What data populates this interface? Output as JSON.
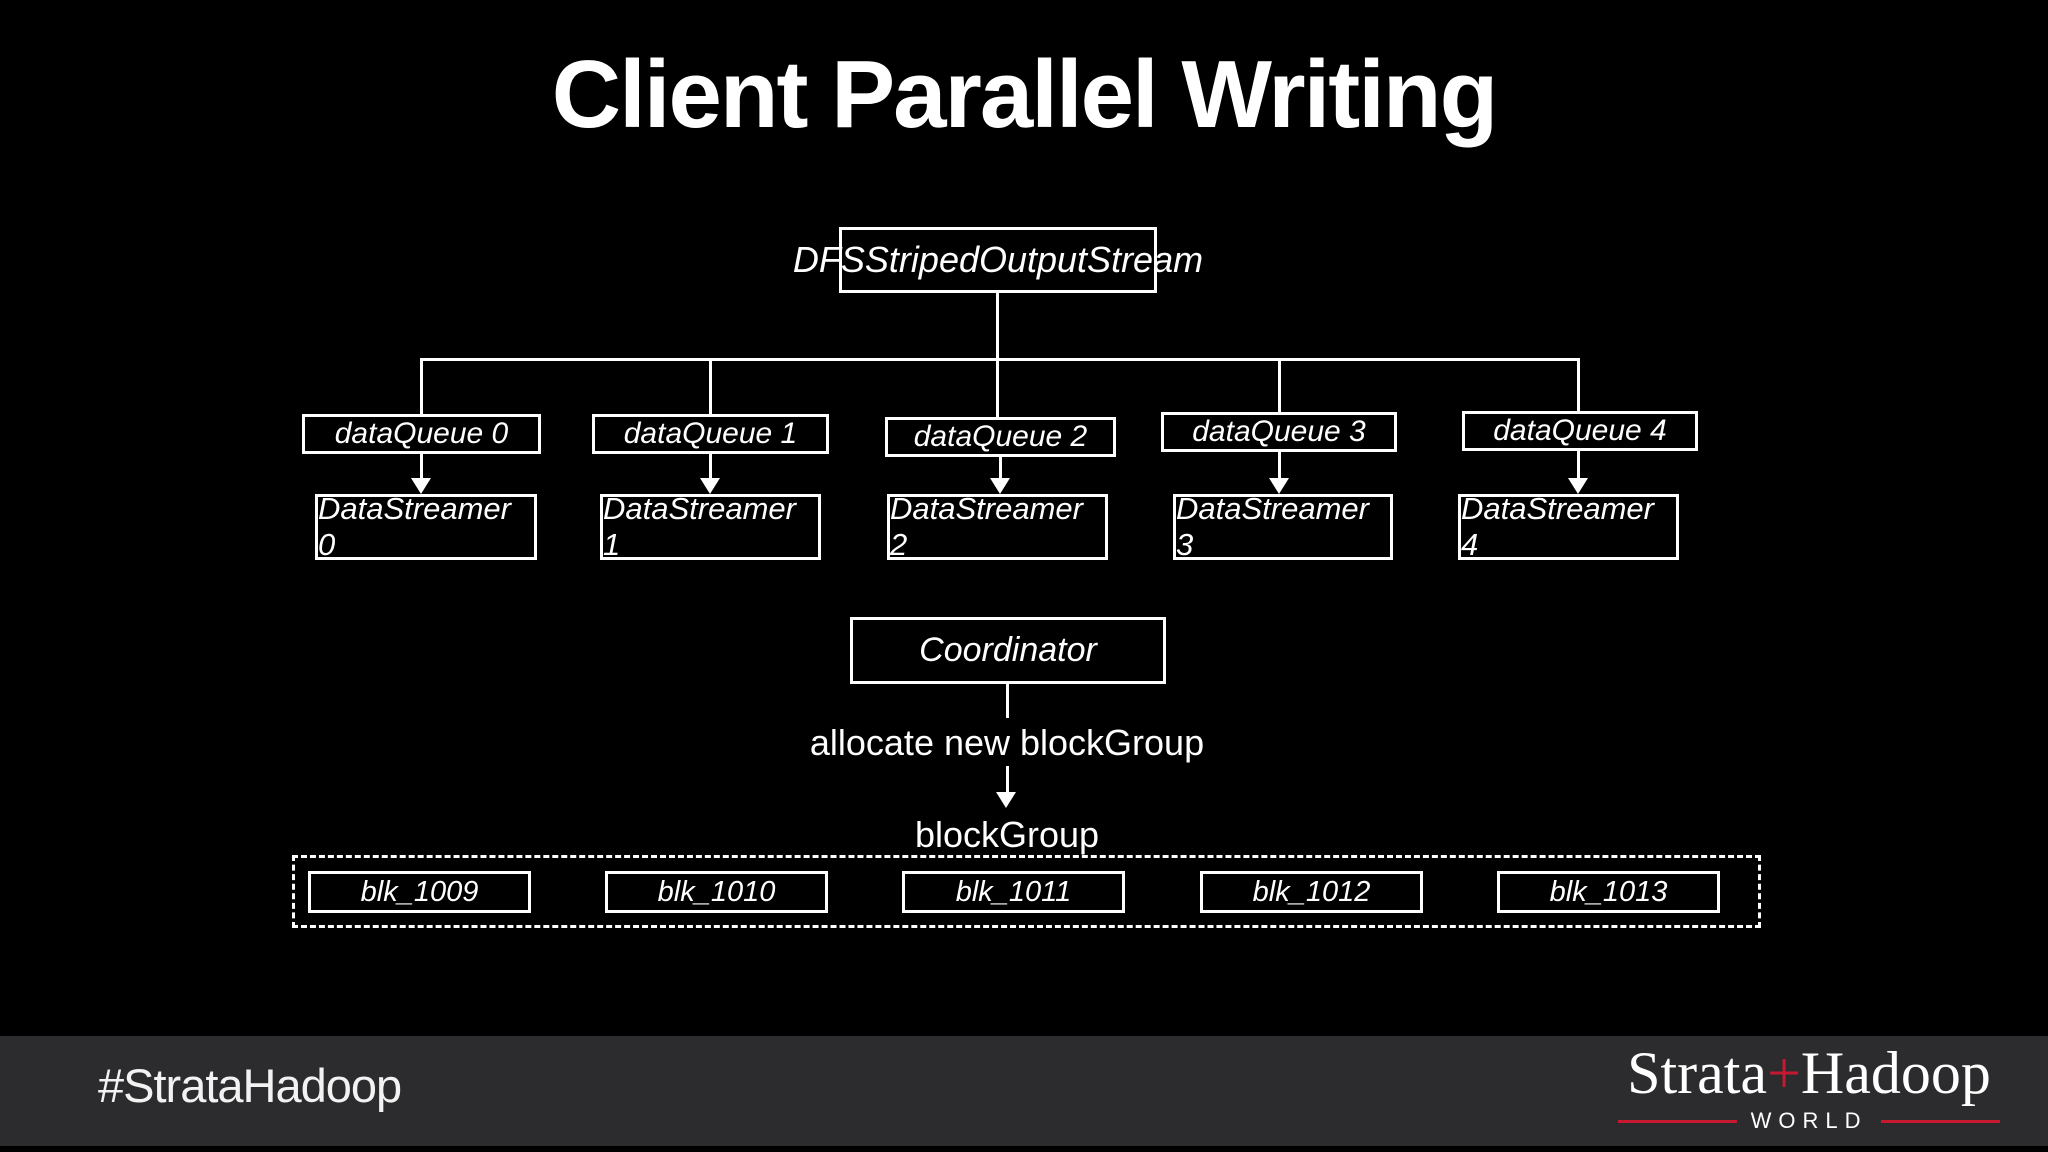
{
  "title": "Client Parallel Writing",
  "diagram": {
    "root_box": "DFSStripedOutputStream",
    "queues": [
      "dataQueue 0",
      "dataQueue 1",
      "dataQueue 2",
      "dataQueue 3",
      "dataQueue 4"
    ],
    "streamers": [
      "DataStreamer 0",
      "DataStreamer 1",
      "DataStreamer 2",
      "DataStreamer 3",
      "DataStreamer 4"
    ],
    "coordinator": "Coordinator",
    "allocate_label": "allocate new blockGroup",
    "block_group_label": "blockGroup",
    "blocks": [
      "blk_1009",
      "blk_1010",
      "blk_1011",
      "blk_1012",
      "blk_1013"
    ]
  },
  "footer": {
    "hashtag": "#StrataHadoop",
    "logo": {
      "strata": "Strata",
      "plus": "+",
      "hadoop": "Hadoop",
      "world": "WORLD"
    }
  },
  "colors": {
    "background": "#000000",
    "line_and_border": "#ffffff",
    "text": "#ffffff",
    "footer_background": "#2c2c2e",
    "logo_red": "#c41931"
  }
}
